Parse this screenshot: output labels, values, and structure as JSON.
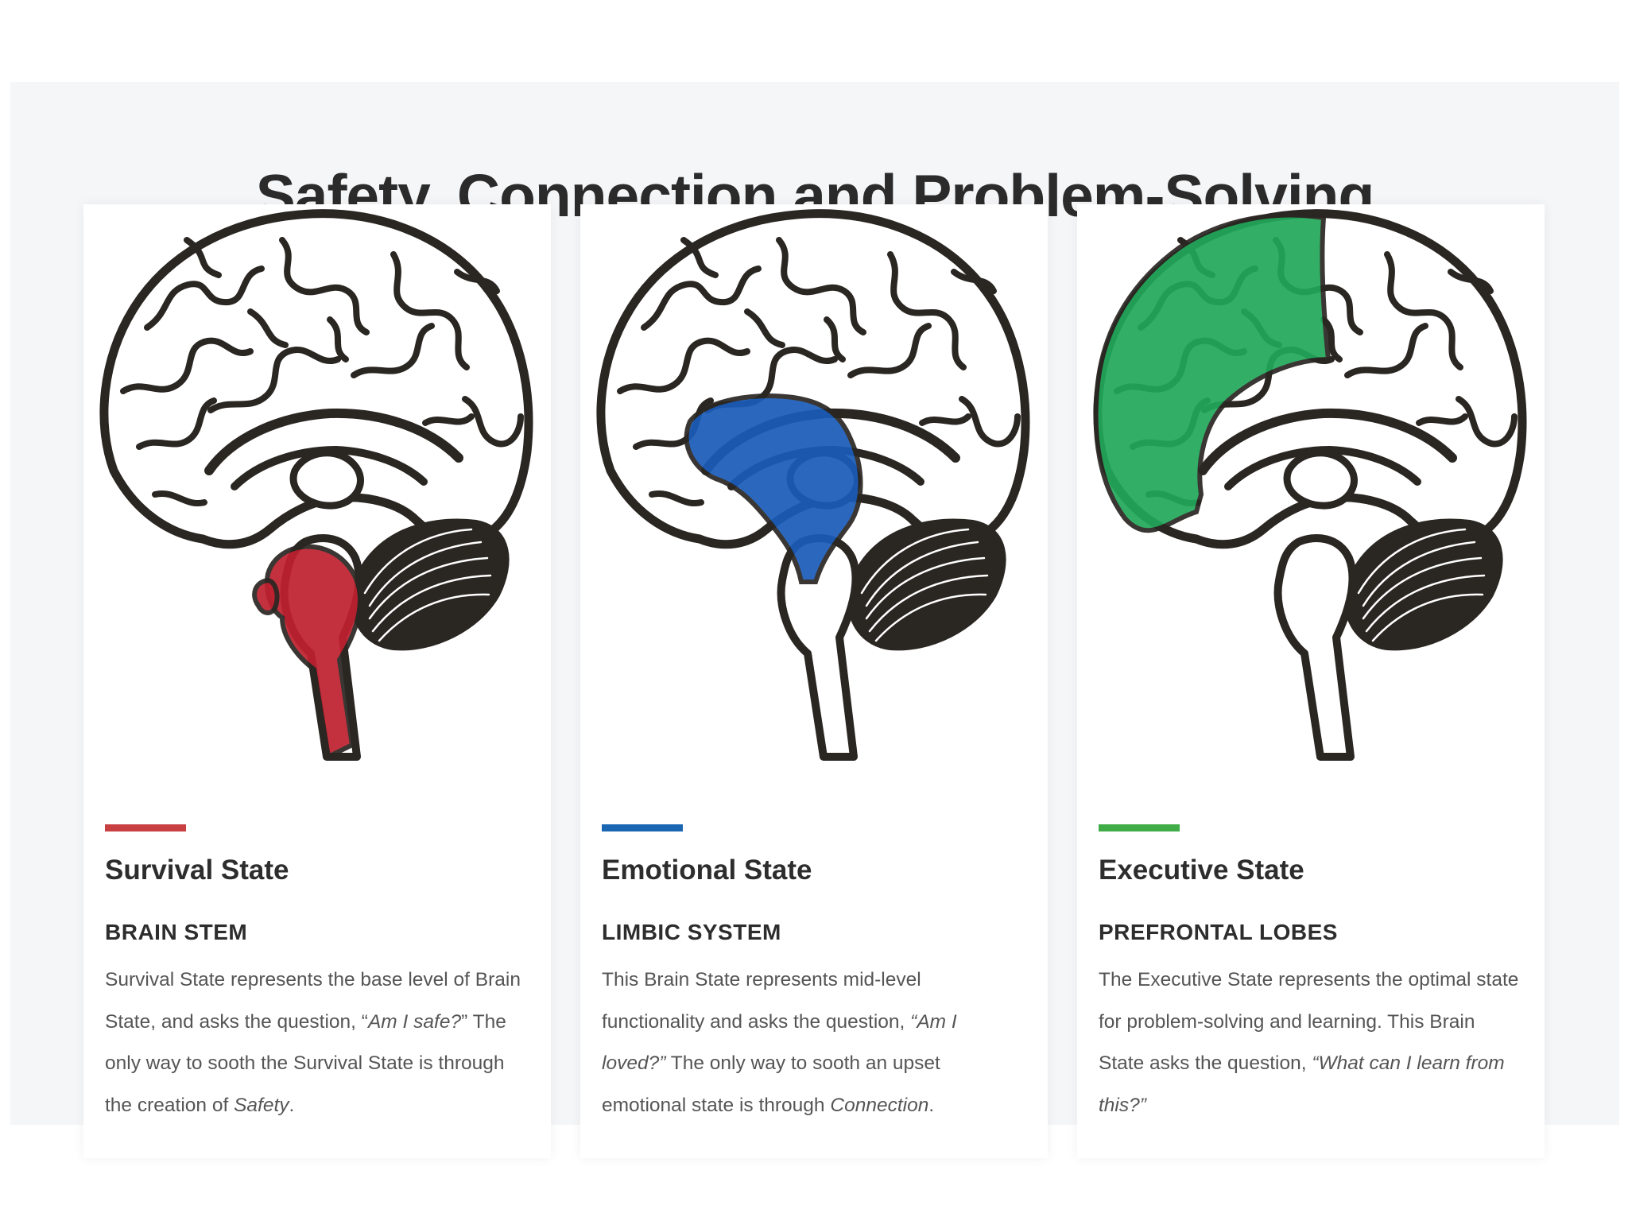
{
  "title": "Safety, Connection and Problem-Solving",
  "cards": [
    {
      "state": "Survival State",
      "region": "BRAIN STEM",
      "accent_color": "#c94043",
      "highlight_color": "#c0202e",
      "highlight_area": "brain-stem",
      "desc": {
        "p1": "Survival State represents the base level of Brain State, and asks the question, “",
        "q": "Am I safe?",
        "p2": "” The only way to sooth the Survival State is through the creation of ",
        "em2": "Safety",
        "p3": "."
      }
    },
    {
      "state": "Emotional State",
      "region": "LIMBIC SYSTEM",
      "accent_color": "#1b66b3",
      "highlight_color": "#1a5cb8",
      "highlight_area": "limbic-system",
      "desc": {
        "p1": "This Brain State represents mid-level functionality and asks the question, ",
        "q": "“Am I loved?”",
        "p2": " The only way to sooth an upset emotional state is through ",
        "em2": "Connection",
        "p3": "."
      }
    },
    {
      "state": "Executive State",
      "region": "PREFRONTAL LOBES",
      "accent_color": "#3fac47",
      "highlight_color": "#22a85a",
      "highlight_area": "prefrontal-lobes",
      "desc": {
        "p1": "The Executive State represents the optimal state for problem-solving and learning. This Brain State asks the question, ",
        "q": "“What can I learn from this?”",
        "p2": "",
        "em2": "",
        "p3": ""
      }
    }
  ]
}
